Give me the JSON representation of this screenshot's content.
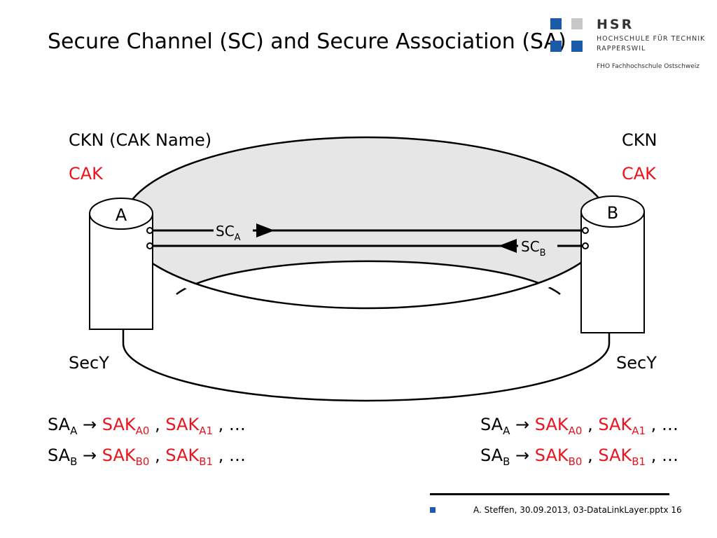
{
  "slide": {
    "title": "Secure Channel (SC) and Secure Association (SA)",
    "footer": "A. Steffen, 30.09.2013, 03-DataLinkLayer.pptx 16"
  },
  "logo": {
    "name": "HSR",
    "line1": "HOCHSCHULE FÜR TECHNIK",
    "line2": "RAPPERSWIL",
    "line3": "FHO Fachhochschule Ostschweiz",
    "colors": {
      "blue": "#1a5aa8",
      "gray": "#c8c8c8"
    }
  },
  "labels": {
    "left": {
      "ckn": "CKN (CAK Name)",
      "cak": "CAK",
      "secy": "SecY"
    },
    "right": {
      "ckn": "CKN",
      "cak": "CAK",
      "secy": "SecY"
    }
  },
  "diagram": {
    "node_a": "A",
    "node_b": "B",
    "sc_a": {
      "base": "SC",
      "sub": "A"
    },
    "sc_b": {
      "base": "SC",
      "sub": "B"
    },
    "colors": {
      "ring_top": "#e6e6e6",
      "line": "#000000"
    }
  },
  "sa": {
    "arrow": "→",
    "sep": ",",
    "ellipsis": "…",
    "rows": [
      {
        "sa": "SA",
        "sa_sub": "A",
        "k1": "SAK",
        "k1_sub": "A0",
        "k2": "SAK",
        "k2_sub": "A1"
      },
      {
        "sa": "SA",
        "sa_sub": "B",
        "k1": "SAK",
        "k1_sub": "B0",
        "k2": "SAK",
        "k2_sub": "B1"
      }
    ]
  },
  "colors": {
    "accent_red": "#e8141e"
  }
}
